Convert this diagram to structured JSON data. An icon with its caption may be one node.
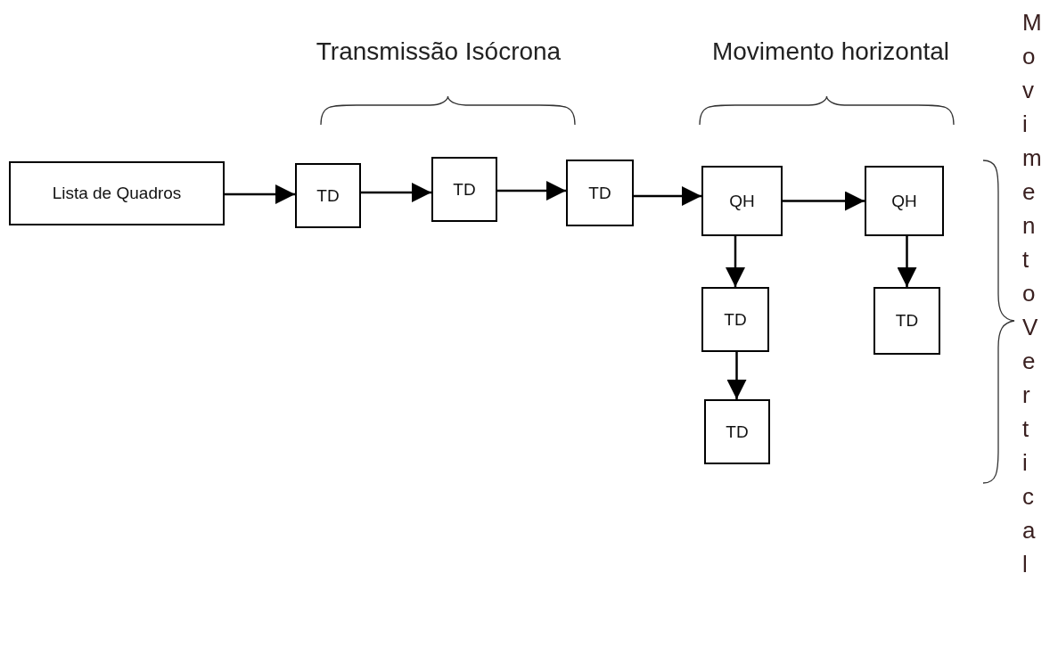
{
  "diagram": {
    "nodes": [
      {
        "text": [
          "Lista de Quadros"
        ]
      },
      {
        "text": [
          "TD"
        ]
      },
      {
        "text": [
          "TD"
        ]
      },
      {
        "text": [
          "TD"
        ]
      },
      {
        "text": [
          "QH"
        ]
      },
      {
        "text": [
          "QH"
        ]
      },
      {
        "text": [
          "TD"
        ]
      },
      {
        "text": [
          "TD"
        ]
      },
      {
        "text": [
          "TD"
        ]
      }
    ],
    "edges": [
      {
        "from": 0,
        "to": 1,
        "arrow": "to"
      },
      {
        "from": 1,
        "to": 2,
        "arrow": "to"
      },
      {
        "from": 2,
        "to": 3,
        "arrow": "to"
      },
      {
        "from": 3,
        "to": 4,
        "arrow": "to"
      },
      {
        "from": 4,
        "to": 5,
        "arrow": "to"
      },
      {
        "from": 4,
        "to": 6,
        "arrow": "to"
      },
      {
        "from": 6,
        "to": 7,
        "arrow": "to"
      },
      {
        "from": 5,
        "to": 8,
        "arrow": "to"
      }
    ],
    "labels": [
      "Transmissão Isócrona",
      "Movimento horizontal",
      "Movimento Vertical"
    ]
  }
}
